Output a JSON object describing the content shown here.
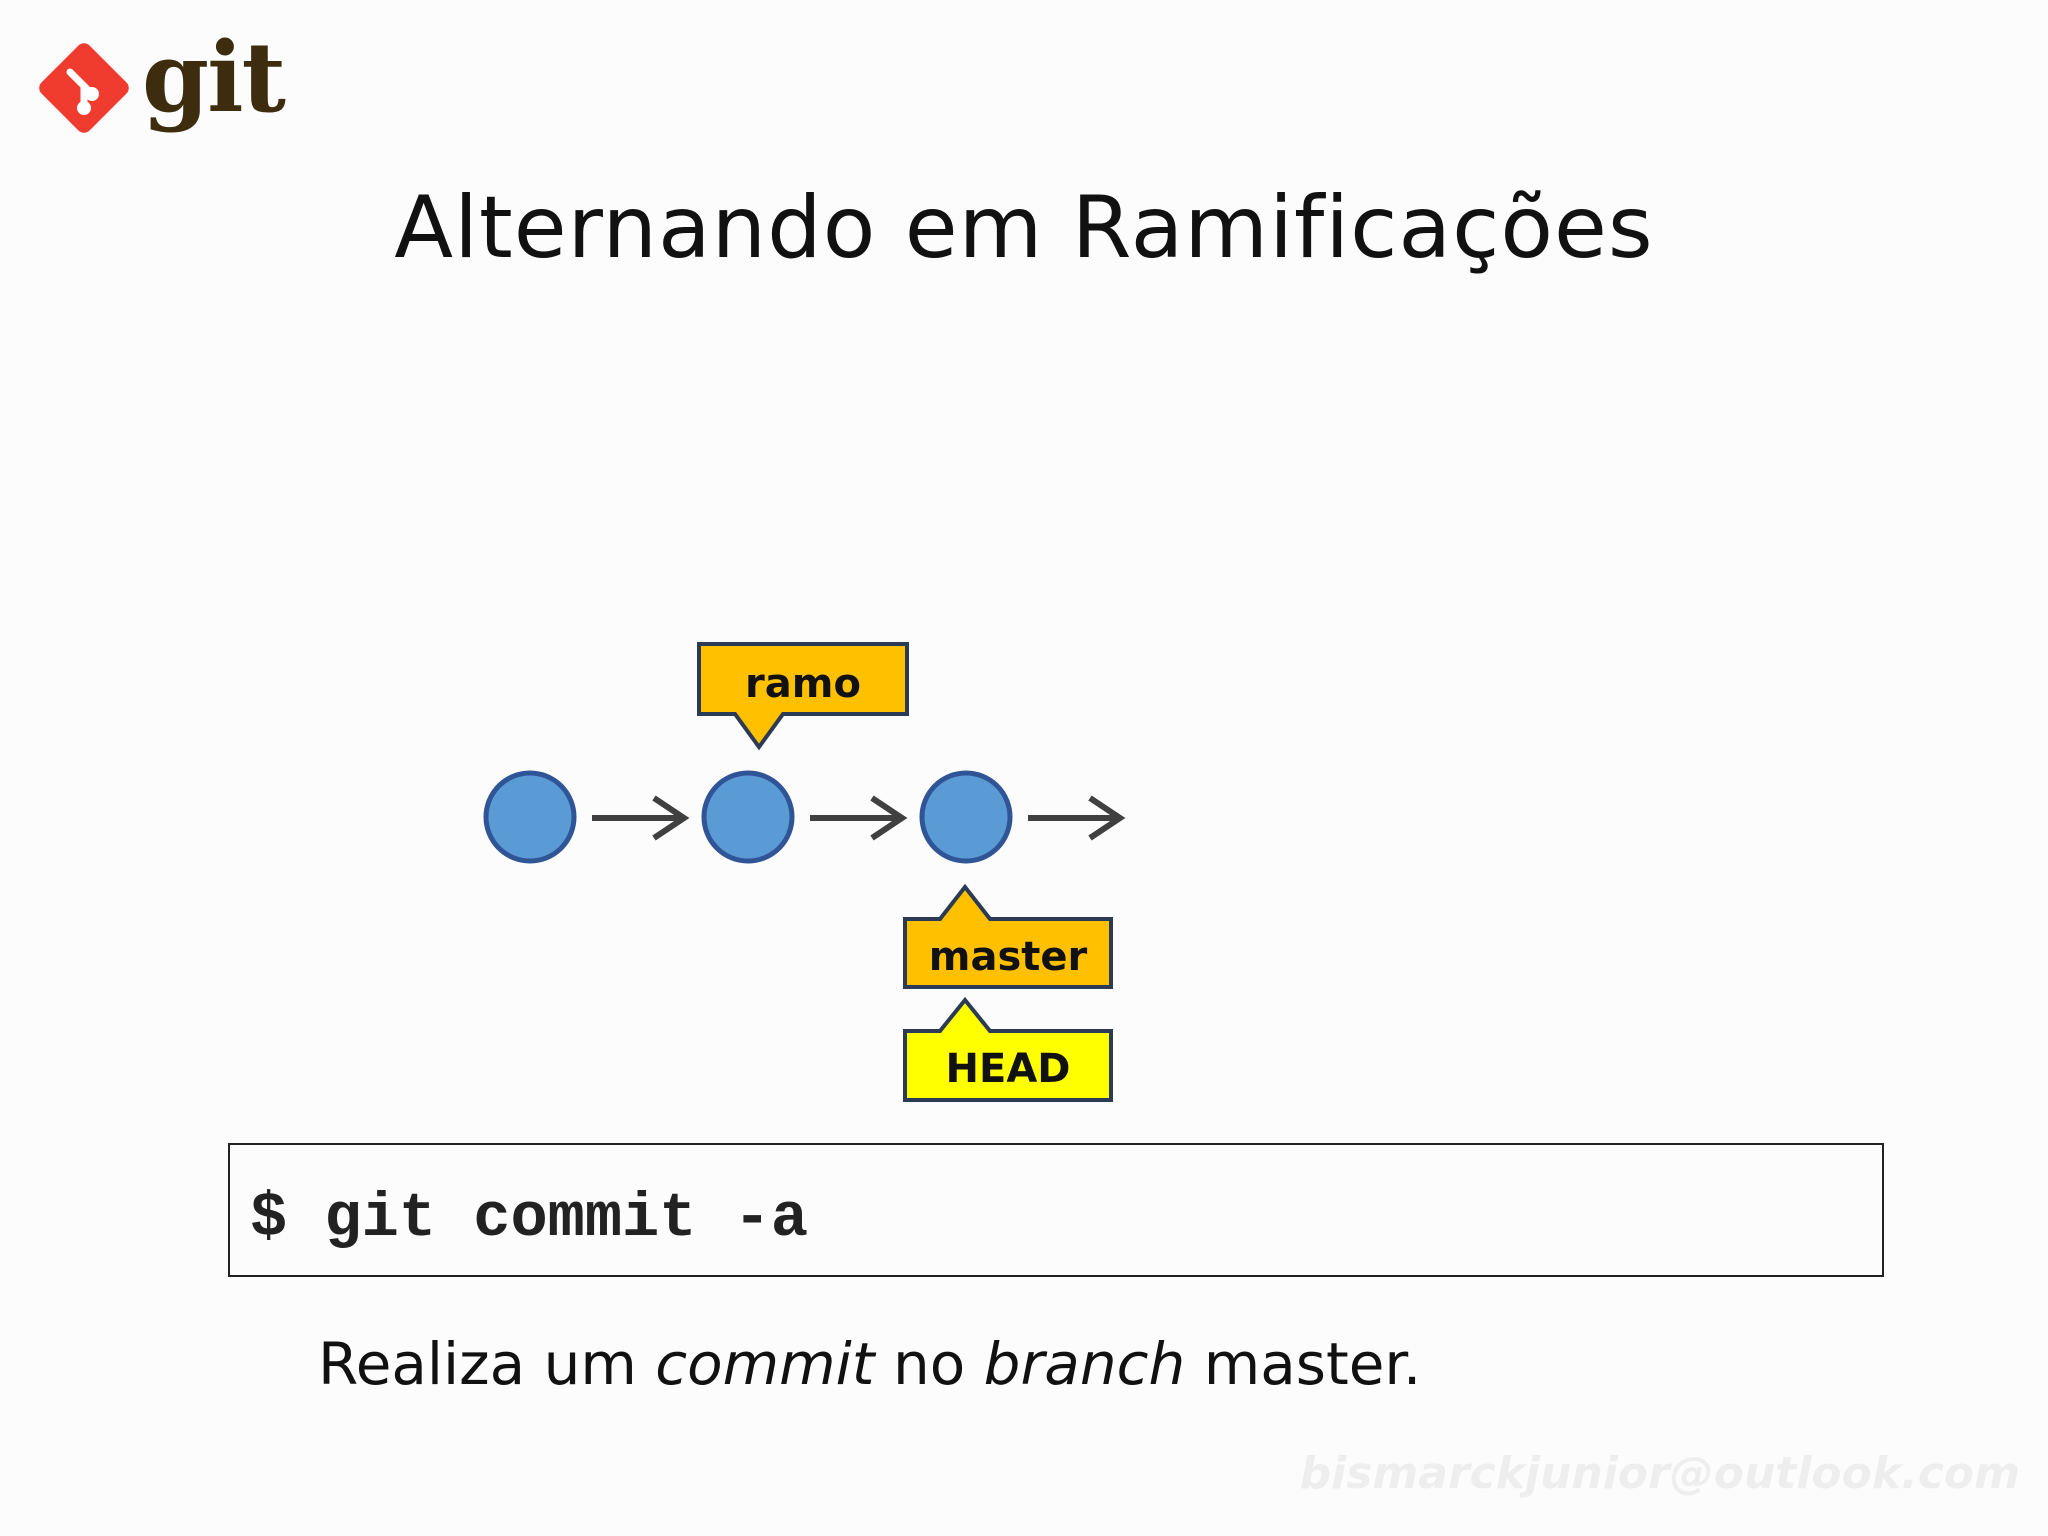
{
  "logo": {
    "word": "git",
    "color": "#f03c2e"
  },
  "slide": {
    "title": "Alternando em Ramificações"
  },
  "diagram": {
    "commit_color": "#5b9bd5",
    "commit_border": "#2f5597",
    "branch_label_color": "#ffc000",
    "head_label_color": "#ffff00",
    "labels": {
      "ramo": "ramo",
      "master": "master",
      "head": "HEAD"
    },
    "commits": [
      "commit-1",
      "commit-2",
      "commit-3"
    ]
  },
  "command": {
    "text": "$ git commit -a"
  },
  "caption": {
    "part1": "Realiza um ",
    "part2_italic": "commit",
    "part3": " no ",
    "part4_italic": "branch",
    "part5": " master."
  },
  "watermark": "bismarckjunior@outlook.com"
}
